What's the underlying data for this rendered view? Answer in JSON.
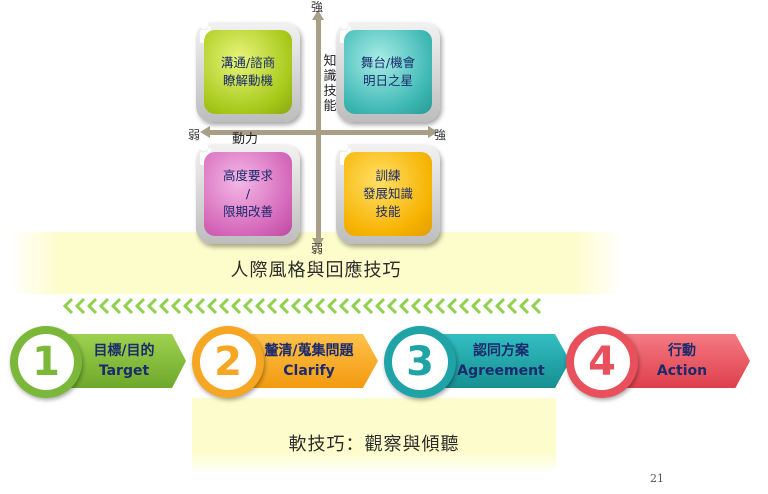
{
  "quadrant": {
    "axis_top": "強",
    "axis_bottom": "弱",
    "axis_left": "弱",
    "axis_right": "強",
    "vertical_label": "知識技能",
    "horizontal_label": "動力",
    "tiles": {
      "top_left": "溝通/諮商\n瞭解動機",
      "top_right": "舞台/機會\n明日之星",
      "bottom_left": "高度要求\n/\n限期改善",
      "bottom_right": "訓練\n發展知識\n技能"
    }
  },
  "middle_title": "人際風格與回應技巧",
  "steps": [
    {
      "number": "1",
      "title": "目標/目的",
      "subtitle": "Target",
      "color": "#7bb83a"
    },
    {
      "number": "2",
      "title": "釐清/蒐集問題",
      "subtitle": "Clarify",
      "color": "#f5a623"
    },
    {
      "number": "3",
      "title": "認同方案",
      "subtitle": "Agreement",
      "color": "#1fa3a6"
    },
    {
      "number": "4",
      "title": "行動",
      "subtitle": "Action",
      "color": "#e8505b"
    }
  ],
  "bottom_title": "軟技巧：觀察與傾聽",
  "page_number": "21",
  "colors": {
    "chevron": "#8fd14f",
    "axis": "#a89f86"
  }
}
